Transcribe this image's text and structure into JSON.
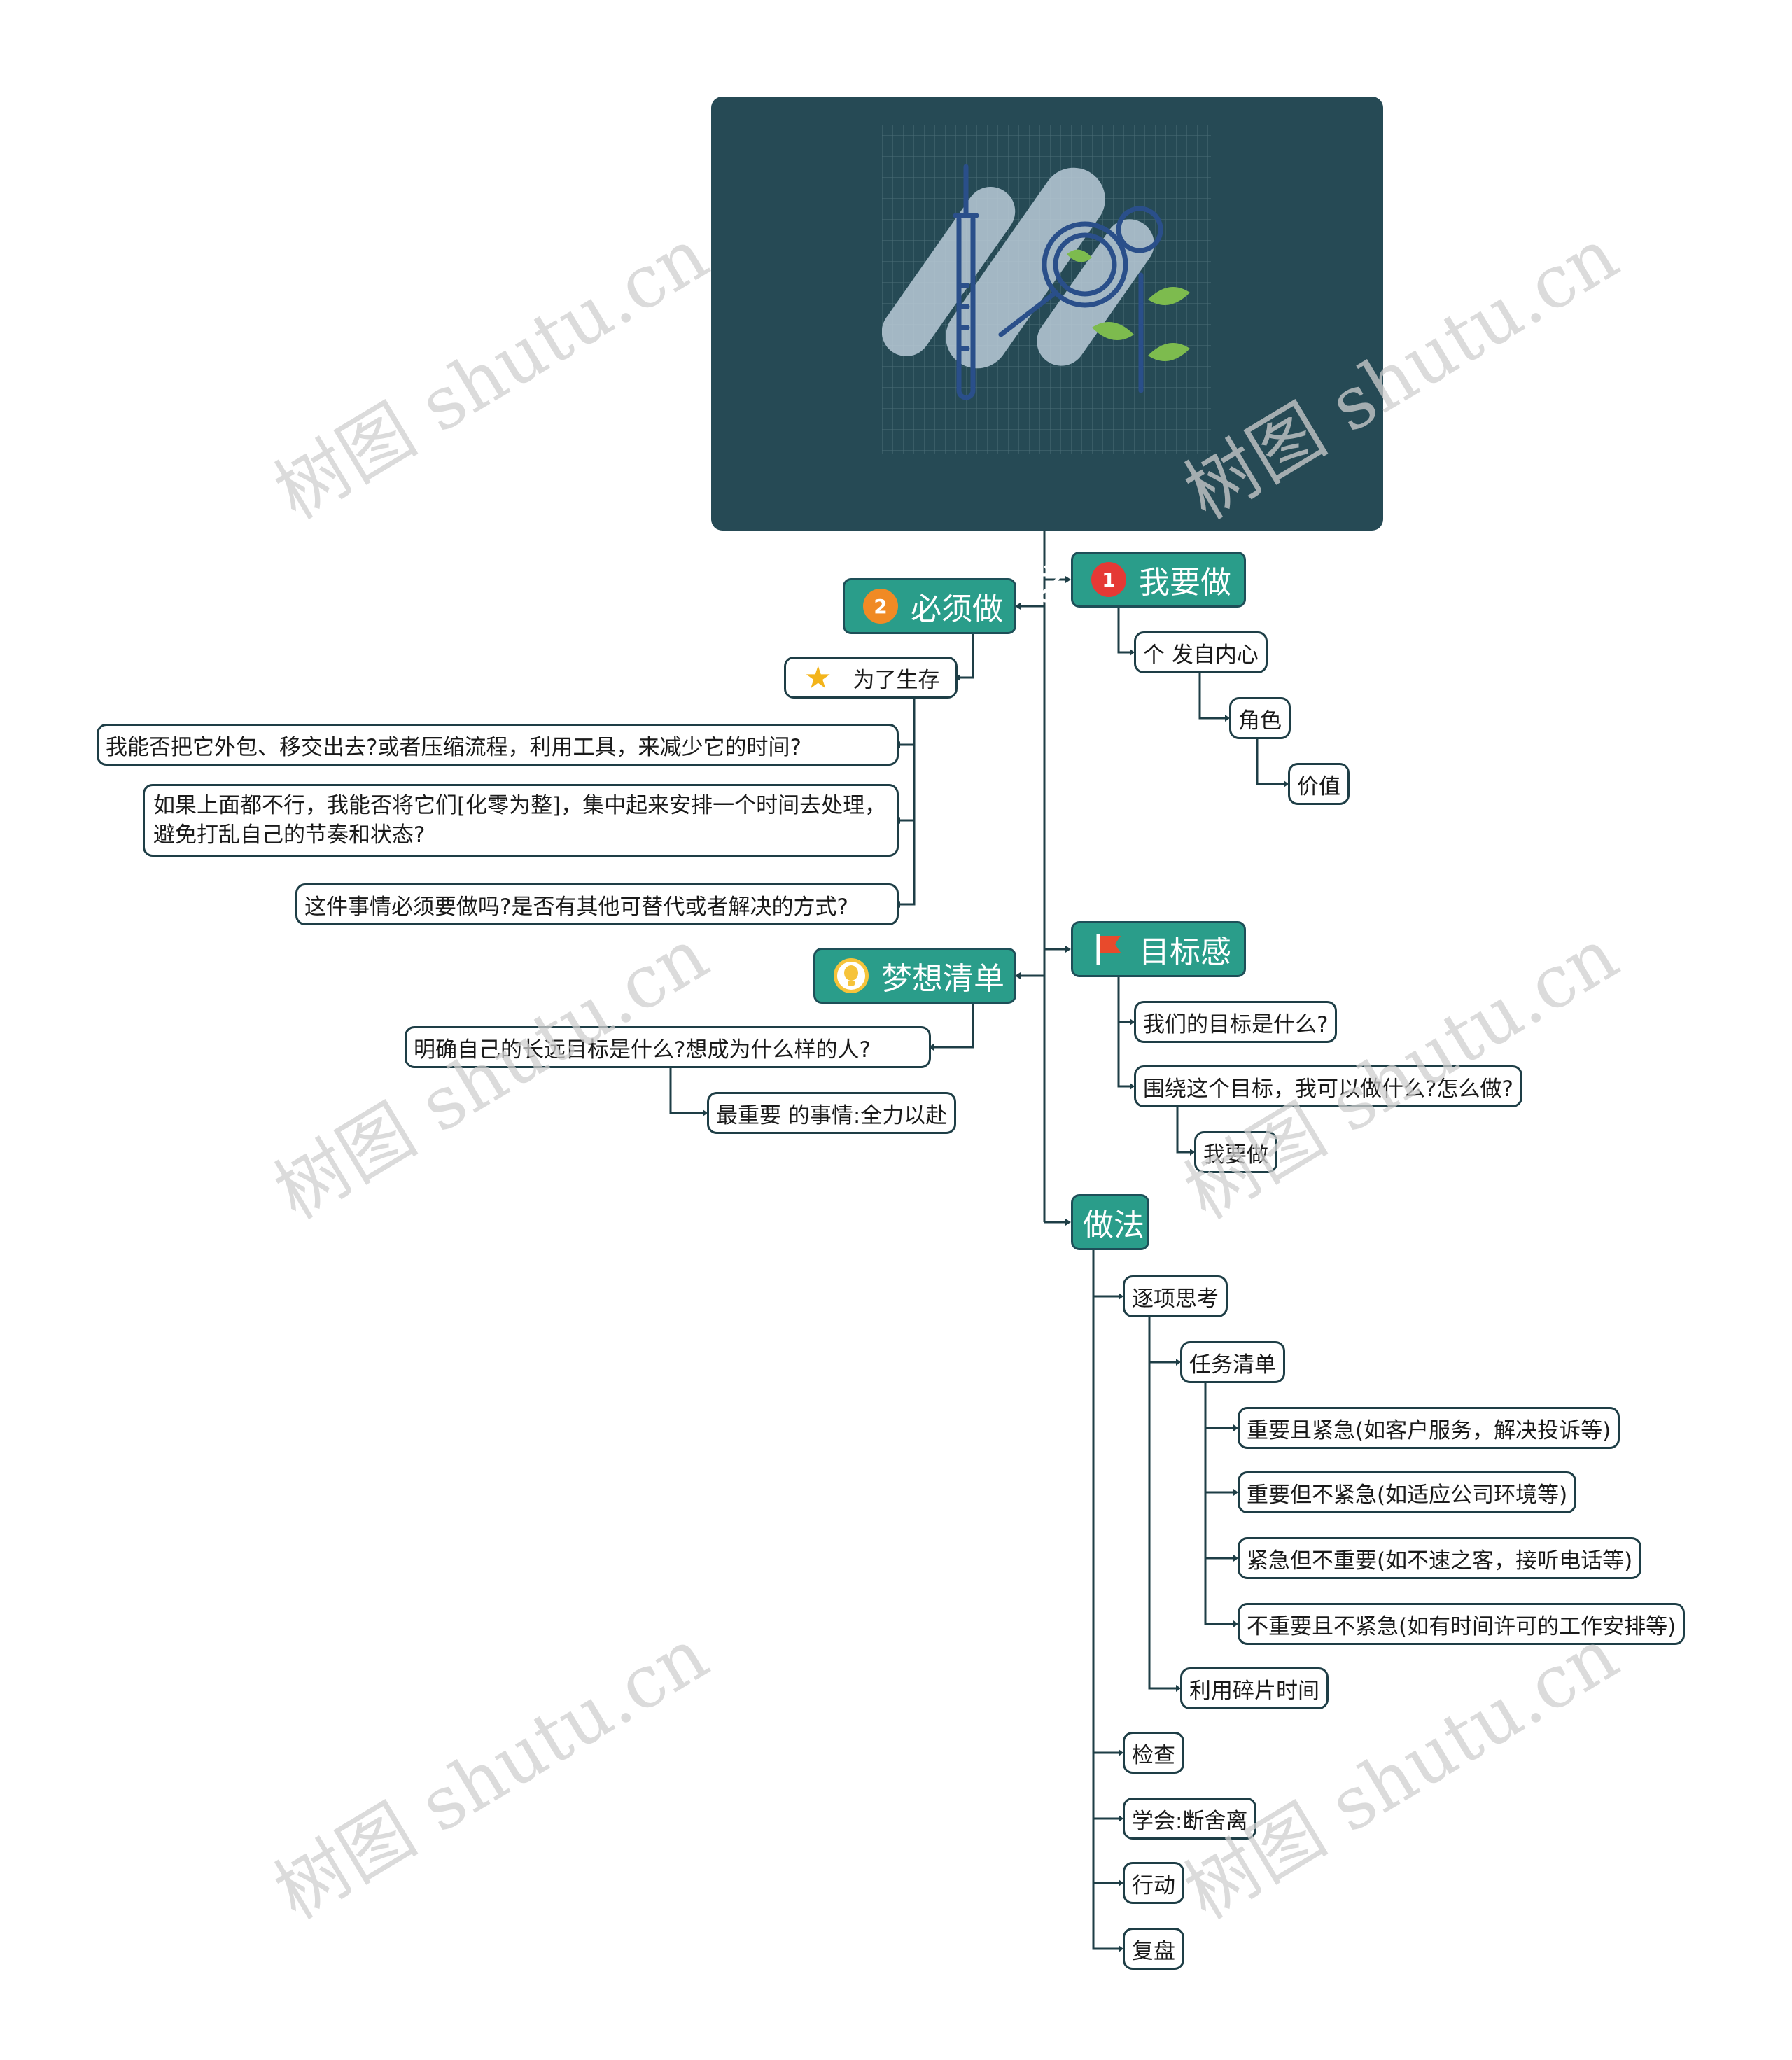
{
  "root": {
    "title": "时间管理培训之时间安排方法"
  },
  "branches": {
    "wo_yao_zuo": {
      "badge": "1",
      "label": "我要做",
      "children": [
        "个 发自内心",
        "角色",
        "价值"
      ]
    },
    "bi_xu_zuo": {
      "badge": "2",
      "label": "必须做",
      "sub_label": "为了生存",
      "questions": [
        "我能否把它外包、移交出去?或者压缩流程，利用工具，来减少它的时间?",
        "如果上面都不行，我能否将它们[化零为整]，集中起来安排一个时间去处理，避免打乱自己的节奏和状态?",
        "这件事情必须要做吗?是否有其他可替代或者解决的方式?"
      ]
    },
    "mu_biao_gan": {
      "label": "目标感",
      "children": [
        "我们的目标是什么?",
        "围绕这个目标，我可以做什么?怎么做?",
        "我要做"
      ]
    },
    "meng_xiang": {
      "label": "梦想清单",
      "children": [
        "明确自己的长远目标是什么?想成为什么样的人?",
        "最重要 的事情:全力以赴"
      ]
    },
    "zuo_fa": {
      "label": "做法",
      "thinking": "逐项思考",
      "task_list": "任务清单",
      "quadrants": [
        "重要且紧急(如客户服务，解决投诉等)",
        "重要但不紧急(如适应公司环境等)",
        "紧急但不重要(如不速之客，接听电话等)",
        "不重要且不紧急(如有时间许可的工作安排等)"
      ],
      "fragments": "利用碎片时间",
      "steps": [
        "检查",
        "学会:断舍离",
        "行动",
        "复盘"
      ]
    }
  },
  "watermark": "树图 shutu.cn",
  "colors": {
    "root_bg": "#264a55",
    "main_bg": "#2a9d8a",
    "line": "#1e3e46",
    "badge_red": "#e53935",
    "badge_orange": "#f08a24",
    "bulb": "#f6c33a",
    "flag": "#e84a2c"
  }
}
